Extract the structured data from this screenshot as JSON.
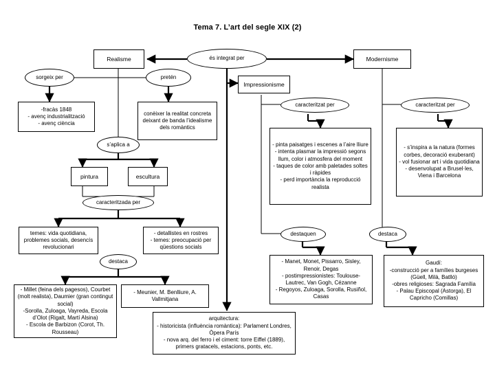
{
  "title": "Tema 7. L’art del segle XIX (2)",
  "nodes": {
    "root_connector": "és integrat per",
    "realisme": "Realisme",
    "modernisme": "Modernisme",
    "impressionisme": "Impressionisme",
    "sorgeix_per": "sorgeix per",
    "preten": "pretén",
    "saplica_a": "s’aplica a",
    "caracteritzada_per": "caracteritzada per",
    "caracteritzat_per_impr": "caracteritzat per",
    "caracteritzat_per_mod": "caracteritzat per",
    "destaca_realisme": "destaca",
    "destaquen_impr": "destaquen",
    "destaca_mod": "destaca",
    "causes_realisme": "-fracàs 1848\n- avenç industrialització\n- avenç ciència",
    "preten_text": "conèixer la realitat concreta deixant de banda l’idealisme dels romàntics",
    "pintura": "pintura",
    "escultura": "escultura",
    "trets_pintura": "temes: vida quotidiana, problemes socials, desencís revolucionari",
    "trets_escultura": "- detallistes en rostres\n- temes: preocupació per qüestions socials",
    "artistes_pintura": "- Millet (feina dels pagesos), Courbet (molt realista), Daumier (gran contingut social)\n-Sorolla, Zuloaga, Vayreda, Escola d’Olot (Rigalt, Martí Alsina)\n- Escola de Barbizon (Corot, Th. Rousseau)",
    "artistes_escultura": "- Meunier, M. Benlliure, A. Vallmitjana",
    "arquitectura": "arquitectura:\n- historicista (influència romàntica): Parlament Londres, Òpera París\n- nova arq. del ferro i el ciment: torre Eiffel (1889), primers gratacels, estacions, ponts, etc.",
    "trets_impressionisme": "- pinta paisatges i escenes a l’aire lliure\n- intenta plasmar la impressió segons llum, color i atmosfera del moment\n- taques de color amb paletades soltes i ràpides\n- perd importància la reproducció realista",
    "artistes_impressionisme": "- Manet, Monet, Pissarro, Sisley, Renoir, Degas\n- postimpressionistes: Toulouse-Lautrec, Van Gogh, Cézanne\n- Regoyos, Zuloaga, Sorolla, Rusiñol, Casas",
    "trets_modernisme": "- s’inspira a la natura (formes corbes, decoració exuberant)\n- vol fusionar art i vida quotidiana\n- desenvolupat a Brusel·les, Viena i Barcelona",
    "artistes_modernisme": "Gaudí:\n-construcció per a famílies burgeses (Güell, Milà, Batlló)\n-obres religioses: Sagrada Família\n- Palau Episcopal (Astorga), El Capricho (Comillas)"
  },
  "colors": {
    "stroke": "#000000",
    "background": "#ffffff",
    "text": "#000000"
  }
}
